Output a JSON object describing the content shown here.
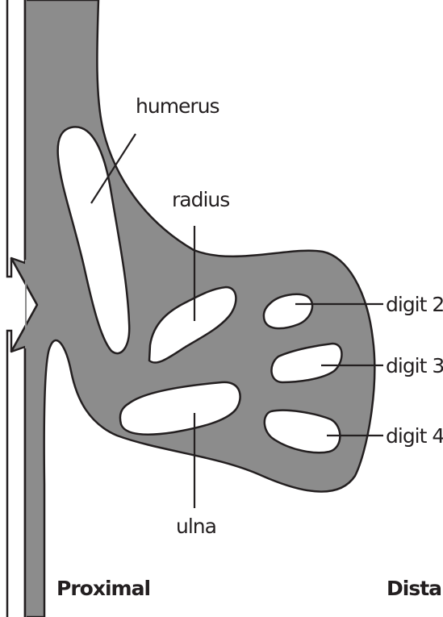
{
  "colors": {
    "tissue_fill": "#8c8c8c",
    "outline": "#231f20",
    "bone_fill": "#ffffff",
    "background": "#ffffff"
  },
  "labels": {
    "humerus": "humerus",
    "radius": "radius",
    "ulna": "ulna",
    "digit_2": "digit 2",
    "digit_3": "digit 3",
    "digit_4": "digit 4",
    "proximal": "Proximal",
    "distal": "Dista"
  }
}
